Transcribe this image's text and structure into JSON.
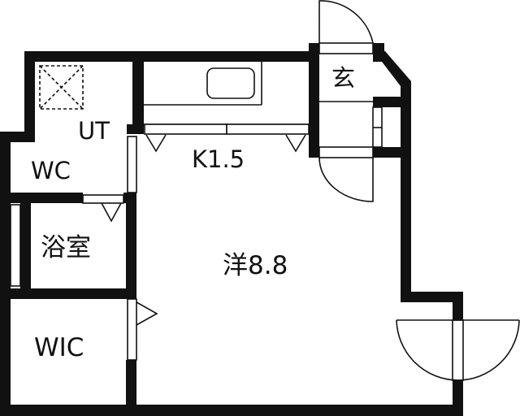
{
  "floorplan": {
    "rooms": [
      {
        "id": "ut",
        "label": "UT"
      },
      {
        "id": "wc",
        "label": "WC"
      },
      {
        "id": "kitchen",
        "label": "K1.5"
      },
      {
        "id": "entrance",
        "label": "玄"
      },
      {
        "id": "bath",
        "label": "浴室"
      },
      {
        "id": "western",
        "label": "洋8.8"
      },
      {
        "id": "wic",
        "label": "WIC"
      }
    ],
    "colors": {
      "wall": "#111111",
      "background": "#ffffff"
    }
  }
}
